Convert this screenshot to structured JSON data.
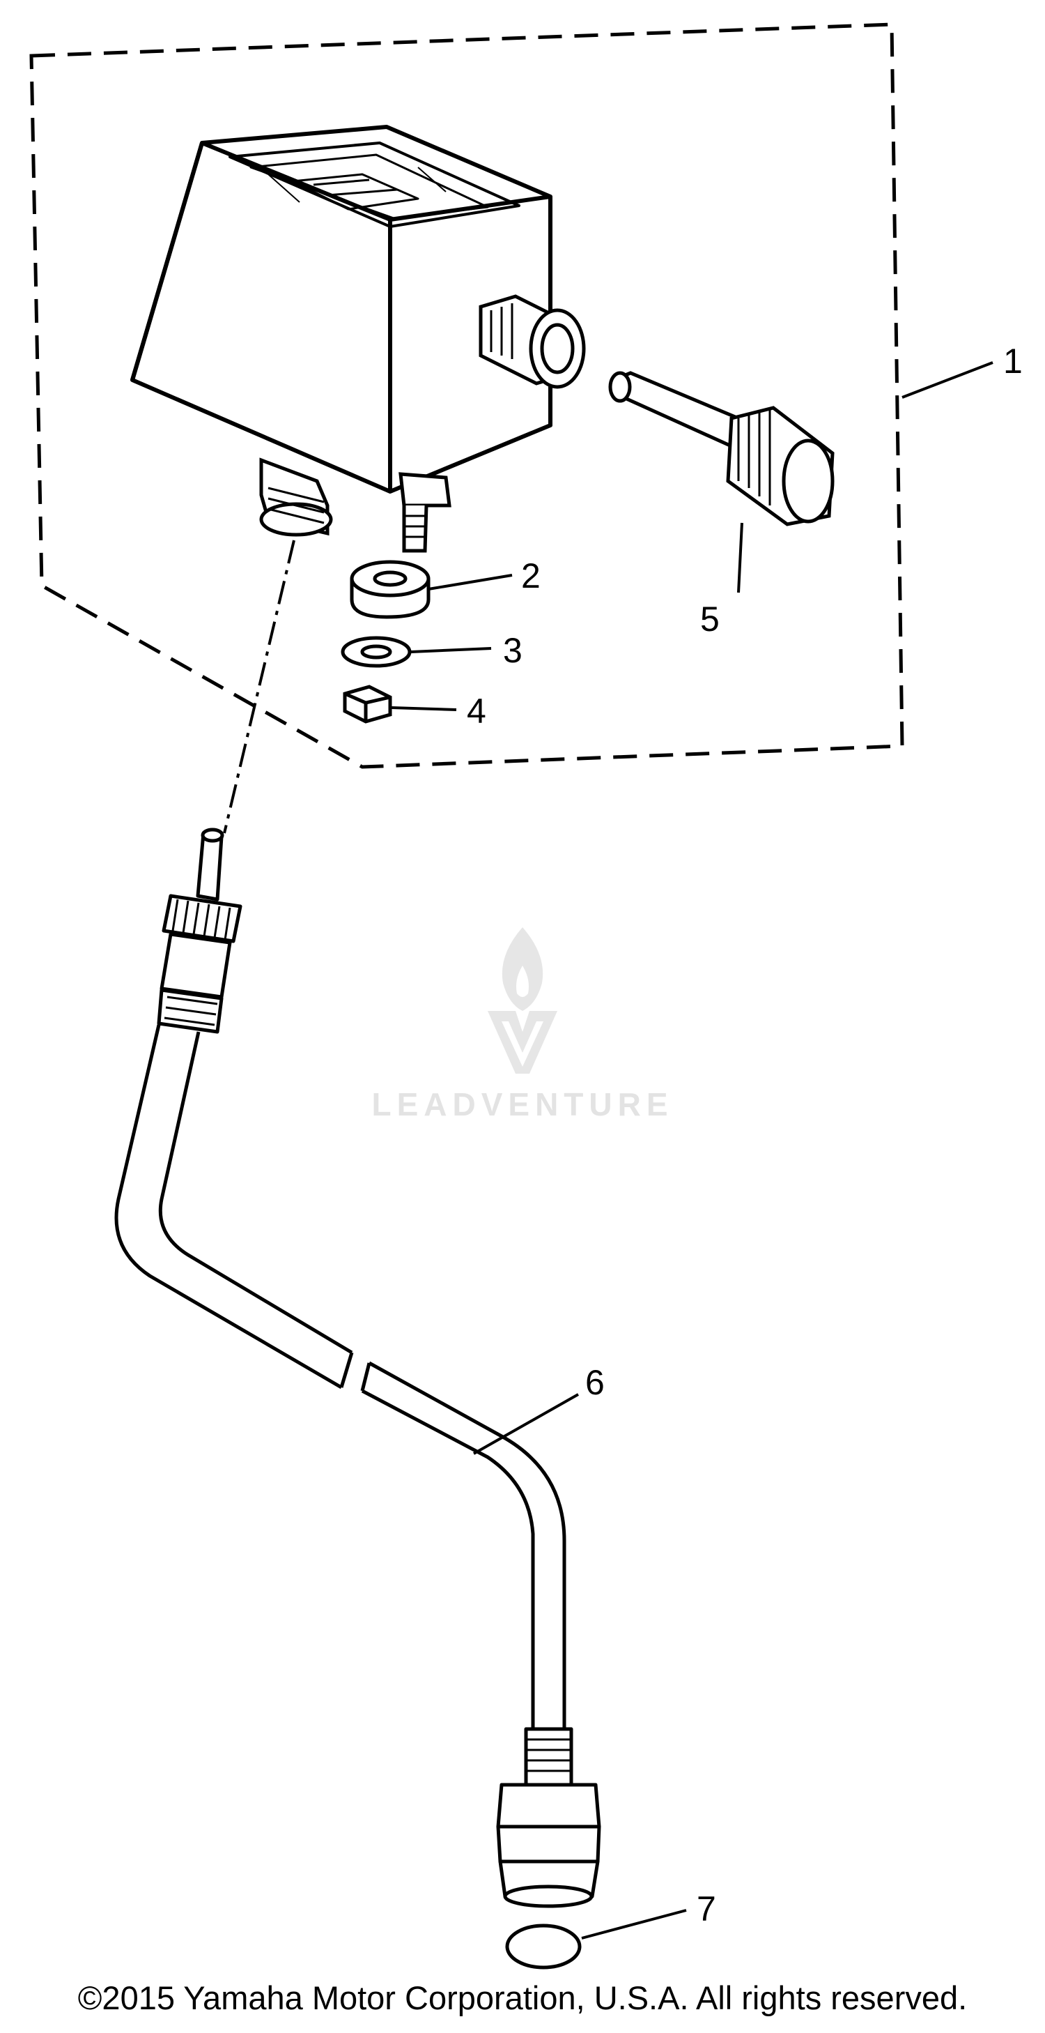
{
  "callouts": {
    "c1": "1",
    "c2": "2",
    "c3": "3",
    "c4": "4",
    "c5": "5",
    "c6": "6",
    "c7": "7"
  },
  "watermark": {
    "text": "LEADVENTURE"
  },
  "copyright": "©2015 Yamaha Motor Corporation, U.S.A. All rights reserved.",
  "colors": {
    "line": "#000000",
    "watermark": "#e3e3e3",
    "background": "#ffffff"
  }
}
